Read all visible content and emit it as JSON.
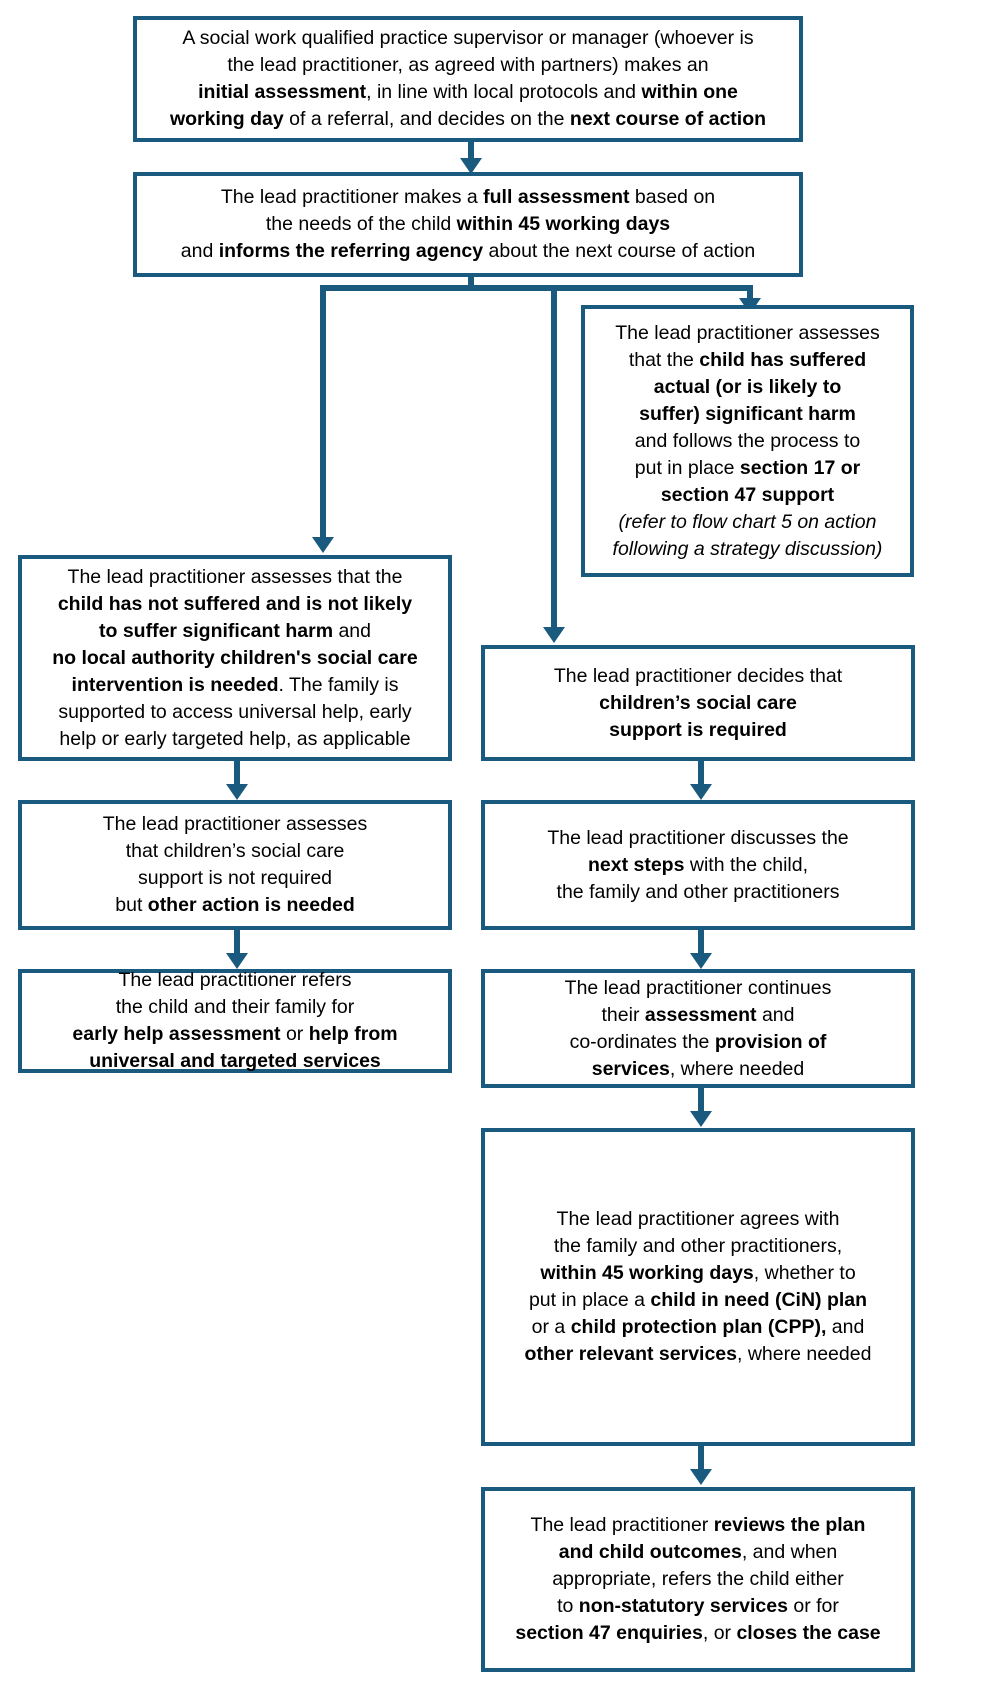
{
  "diagram": {
    "title": "Flow chart: assessment and next course of action",
    "accent_color": "#1a5a7e",
    "box_fill": "#ffffff",
    "text_color": "#000000"
  },
  "nodes": {
    "n1": {
      "id": "initial-assessment",
      "text_plain": "A social work qualified practice supervisor or manager (whoever is the lead practitioner, as agreed with partners) makes an initial assessment, in line with local protocols and within one working day of a referral, and decides on the next course of action",
      "lines": [
        [
          {
            "t": "A social work qualified practice supervisor or manager (whoever is",
            "b": false
          }
        ],
        [
          {
            "t": "the lead practitioner, as agreed with partners) makes an",
            "b": false
          }
        ],
        [
          {
            "t": "initial assessment",
            "b": true
          },
          {
            "t": ", in line with local protocols and ",
            "b": false
          },
          {
            "t": "within one",
            "b": true
          }
        ],
        [
          {
            "t": "working day",
            "b": true
          },
          {
            "t": " of a referral, and decides on the ",
            "b": false
          },
          {
            "t": "next course of action",
            "b": true
          }
        ]
      ]
    },
    "n2": {
      "id": "full-assessment",
      "text_plain": "The lead practitioner makes a full assessment based on the needs of the child within 45 working days and informs the referring agency about the next course of action",
      "lines": [
        [
          {
            "t": "The lead practitioner makes a ",
            "b": false
          },
          {
            "t": "full assessment",
            "b": true
          },
          {
            "t": " based on",
            "b": false
          }
        ],
        [
          {
            "t": "the needs of the child ",
            "b": false
          },
          {
            "t": "within 45 working days",
            "b": true
          }
        ],
        [
          {
            "t": "and ",
            "b": false
          },
          {
            "t": "informs the referring agency",
            "b": true
          },
          {
            "t": " about the next course of action",
            "b": false
          }
        ]
      ]
    },
    "n3": {
      "id": "significant-harm",
      "text_plain": "The lead practitioner assesses that the child has suffered actual (or is likely to suffer) significant harm and follows the process to put in place section 17 or section 47 support (refer to flow chart 5 on action following a strategy discussion)",
      "lines": [
        [
          {
            "t": "The lead practitioner assesses",
            "b": false
          }
        ],
        [
          {
            "t": "that the ",
            "b": false
          },
          {
            "t": "child has suffered",
            "b": true
          }
        ],
        [
          {
            "t": "actual (or is likely to",
            "b": true
          }
        ],
        [
          {
            "t": "suffer) significant harm",
            "b": true
          }
        ],
        [
          {
            "t": "and follows the process to",
            "b": false
          }
        ],
        [
          {
            "t": "put in place ",
            "b": false
          },
          {
            "t": "section 17 or",
            "b": true
          }
        ],
        [
          {
            "t": "section 47 support",
            "b": true
          }
        ],
        [
          {
            "t": "(refer to flow chart 5 on action",
            "b": false,
            "i": true
          }
        ],
        [
          {
            "t": "following a strategy discussion)",
            "b": false,
            "i": true
          }
        ]
      ]
    },
    "n4": {
      "id": "no-significant-harm",
      "text_plain": "The lead practitioner assesses that the child has not suffered and is not likely to suffer significant harm and no local authority children's social care intervention is needed. The family is supported to access universal help, early help or early targeted help, as applicable",
      "lines": [
        [
          {
            "t": "The lead practitioner assesses that the",
            "b": false
          }
        ],
        [
          {
            "t": "child has not suffered and is not likely",
            "b": true
          }
        ],
        [
          {
            "t": "to suffer significant harm",
            "b": true
          },
          {
            "t": " and",
            "b": false
          }
        ],
        [
          {
            "t": "no local authority children's social care",
            "b": true
          }
        ],
        [
          {
            "t": "intervention is needed",
            "b": true
          },
          {
            "t": ". The family is",
            "b": false
          }
        ],
        [
          {
            "t": "supported to access universal help, early",
            "b": false
          }
        ],
        [
          {
            "t": "help or early targeted help, as applicable",
            "b": false
          }
        ]
      ]
    },
    "n5": {
      "id": "social-care-support-required",
      "text_plain": "The lead practitioner decides that children's social care support is required",
      "lines": [
        [
          {
            "t": "The lead practitioner decides that",
            "b": false
          }
        ],
        [
          {
            "t": "children’s social care",
            "b": true
          }
        ],
        [
          {
            "t": "support is required",
            "b": true
          }
        ]
      ]
    },
    "n6": {
      "id": "other-action-needed",
      "text_plain": "The lead practitioner assesses that children's social care support is not required but other action is needed",
      "lines": [
        [
          {
            "t": "The lead practitioner assesses",
            "b": false
          }
        ],
        [
          {
            "t": "that children’s social care",
            "b": false
          }
        ],
        [
          {
            "t": "support is not required",
            "b": false
          }
        ],
        [
          {
            "t": "but ",
            "b": false
          },
          {
            "t": "other action is needed",
            "b": true
          }
        ]
      ]
    },
    "n7": {
      "id": "discusses-next-steps",
      "text_plain": "The lead practitioner discusses the next steps with the child, the family and other practitioners",
      "lines": [
        [
          {
            "t": "The lead practitioner discusses the",
            "b": false
          }
        ],
        [
          {
            "t": "next steps",
            "b": true
          },
          {
            "t": " with the child,",
            "b": false
          }
        ],
        [
          {
            "t": "the family and other practitioners",
            "b": false
          }
        ]
      ]
    },
    "n8": {
      "id": "refers-early-help",
      "text_plain": "The lead practitioner refers the child and their family for early help assessment or help from universal and targeted services",
      "lines": [
        [
          {
            "t": "The lead practitioner refers",
            "b": false
          }
        ],
        [
          {
            "t": "the child and their family for",
            "b": false
          }
        ],
        [
          {
            "t": "early help assessment",
            "b": true
          },
          {
            "t": " or ",
            "b": false
          },
          {
            "t": "help from",
            "b": true
          }
        ],
        [
          {
            "t": "universal and targeted services",
            "b": true
          }
        ]
      ]
    },
    "n9": {
      "id": "continues-assessment",
      "text_plain": "The lead practitioner continues their assessment and co-ordinates the provision of services, where needed",
      "lines": [
        [
          {
            "t": "The lead practitioner continues",
            "b": false
          }
        ],
        [
          {
            "t": "their ",
            "b": false
          },
          {
            "t": "assessment",
            "b": true
          },
          {
            "t": " and",
            "b": false
          }
        ],
        [
          {
            "t": "co-ordinates the ",
            "b": false
          },
          {
            "t": "provision of",
            "b": true
          }
        ],
        [
          {
            "t": "services",
            "b": true
          },
          {
            "t": ", where needed",
            "b": false
          }
        ]
      ]
    },
    "n10": {
      "id": "agrees-plan",
      "text_plain": "The lead practitioner agrees with the family and other practitioners, within 45 working days, whether to put in place a child in need (CiN) plan or a child protection plan (CPP), and other relevant services, where needed",
      "lines": [
        [
          {
            "t": "The lead practitioner agrees with",
            "b": false
          }
        ],
        [
          {
            "t": "the family and other practitioners,",
            "b": false
          }
        ],
        [
          {
            "t": "within 45 working days",
            "b": true
          },
          {
            "t": ", whether to",
            "b": false
          }
        ],
        [
          {
            "t": "put in place a ",
            "b": false
          },
          {
            "t": "child in need (CiN) plan",
            "b": true
          }
        ],
        [
          {
            "t": "or a ",
            "b": false
          },
          {
            "t": "child protection plan (CPP),",
            "b": true
          },
          {
            "t": " and",
            "b": false
          }
        ],
        [
          {
            "t": "other relevant services",
            "b": true
          },
          {
            "t": ", where needed",
            "b": false
          }
        ]
      ]
    },
    "n11": {
      "id": "reviews-plan",
      "text_plain": "The lead practitioner reviews the plan and child outcomes, and when appropriate, refers the child either to non-statutory services or for section 47 enquiries, or closes the case",
      "lines": [
        [
          {
            "t": "The lead practitioner ",
            "b": false
          },
          {
            "t": "reviews the plan",
            "b": true
          }
        ],
        [
          {
            "t": "and child outcomes",
            "b": true
          },
          {
            "t": ", and when",
            "b": false
          }
        ],
        [
          {
            "t": "appropriate, refers the child either",
            "b": false
          }
        ],
        [
          {
            "t": "to ",
            "b": false
          },
          {
            "t": "non-statutory services",
            "b": true
          },
          {
            "t": " or for",
            "b": false
          }
        ],
        [
          {
            "t": "section 47 enquiries",
            "b": true
          },
          {
            "t": ", or ",
            "b": false
          },
          {
            "t": "closes the case",
            "b": true
          }
        ]
      ]
    }
  },
  "connectors": [
    {
      "name": "n1-to-n2",
      "from": "n1",
      "to": "n2"
    },
    {
      "name": "n2-to-n3",
      "from": "n2",
      "to": "n3"
    },
    {
      "name": "n2-to-n4",
      "from": "n2",
      "to": "n4"
    },
    {
      "name": "n2-to-n5",
      "from": "n2",
      "to": "n5"
    },
    {
      "name": "n4-to-n6",
      "from": "n4",
      "to": "n6"
    },
    {
      "name": "n6-to-n8",
      "from": "n6",
      "to": "n8"
    },
    {
      "name": "n5-to-n7",
      "from": "n5",
      "to": "n7"
    },
    {
      "name": "n7-to-n9",
      "from": "n7",
      "to": "n9"
    },
    {
      "name": "n9-to-n10",
      "from": "n9",
      "to": "n10"
    },
    {
      "name": "n10-to-n11",
      "from": "n10",
      "to": "n11"
    }
  ]
}
